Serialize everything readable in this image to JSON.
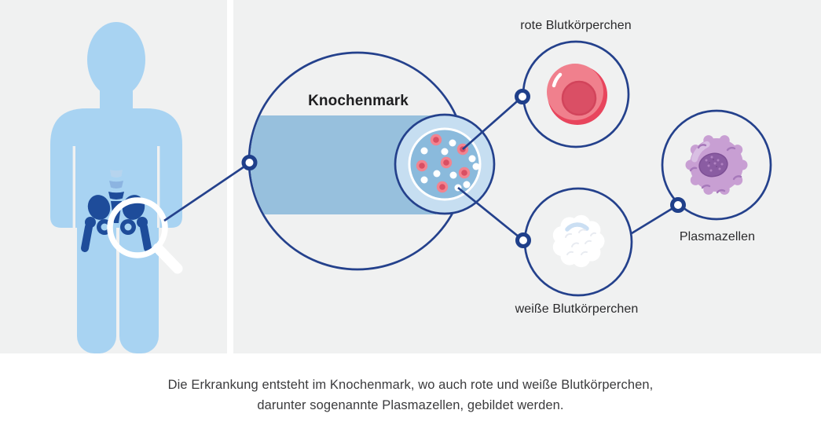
{
  "labels": {
    "bone_marrow": "Knochenmark",
    "red_blood_cells": "rote Blutkörperchen",
    "white_blood_cells": "weiße Blutkörperchen",
    "plasma_cells": "Plasmazellen"
  },
  "caption": {
    "line1": "Die Erkrankung entsteht im Knochenmark, wo auch rote und weiße Blutkörperchen,",
    "line2": "darunter sogenannte Plasmazellen, gebildet werden."
  },
  "icons": {
    "magnifier": "magnifier-icon",
    "pelvis": "pelvis-bone-icon",
    "human": "human-silhouette"
  },
  "colors": {
    "panel_background": "#F0F1F1",
    "outline_navy": "#24418C",
    "silhouette_blue": "#A8D3F2",
    "bone_navy": "#1E4C9A",
    "marrow_band_blue": "#97C0DD",
    "marrow_zoom_ring_blue": "#C6DEF1",
    "marrow_zoom_fill_blue": "#8ABADC",
    "red_cell_outer": "#F0808D",
    "red_cell_inner": "#DA4F65",
    "red_cell_shadow": "#E8455D",
    "white_cell": "#FFFFFF",
    "plasma_cell_body": "#C89FD3",
    "plasma_cell_nucleus": "#8A5CA2",
    "text_dark": "#2A2A2C"
  }
}
